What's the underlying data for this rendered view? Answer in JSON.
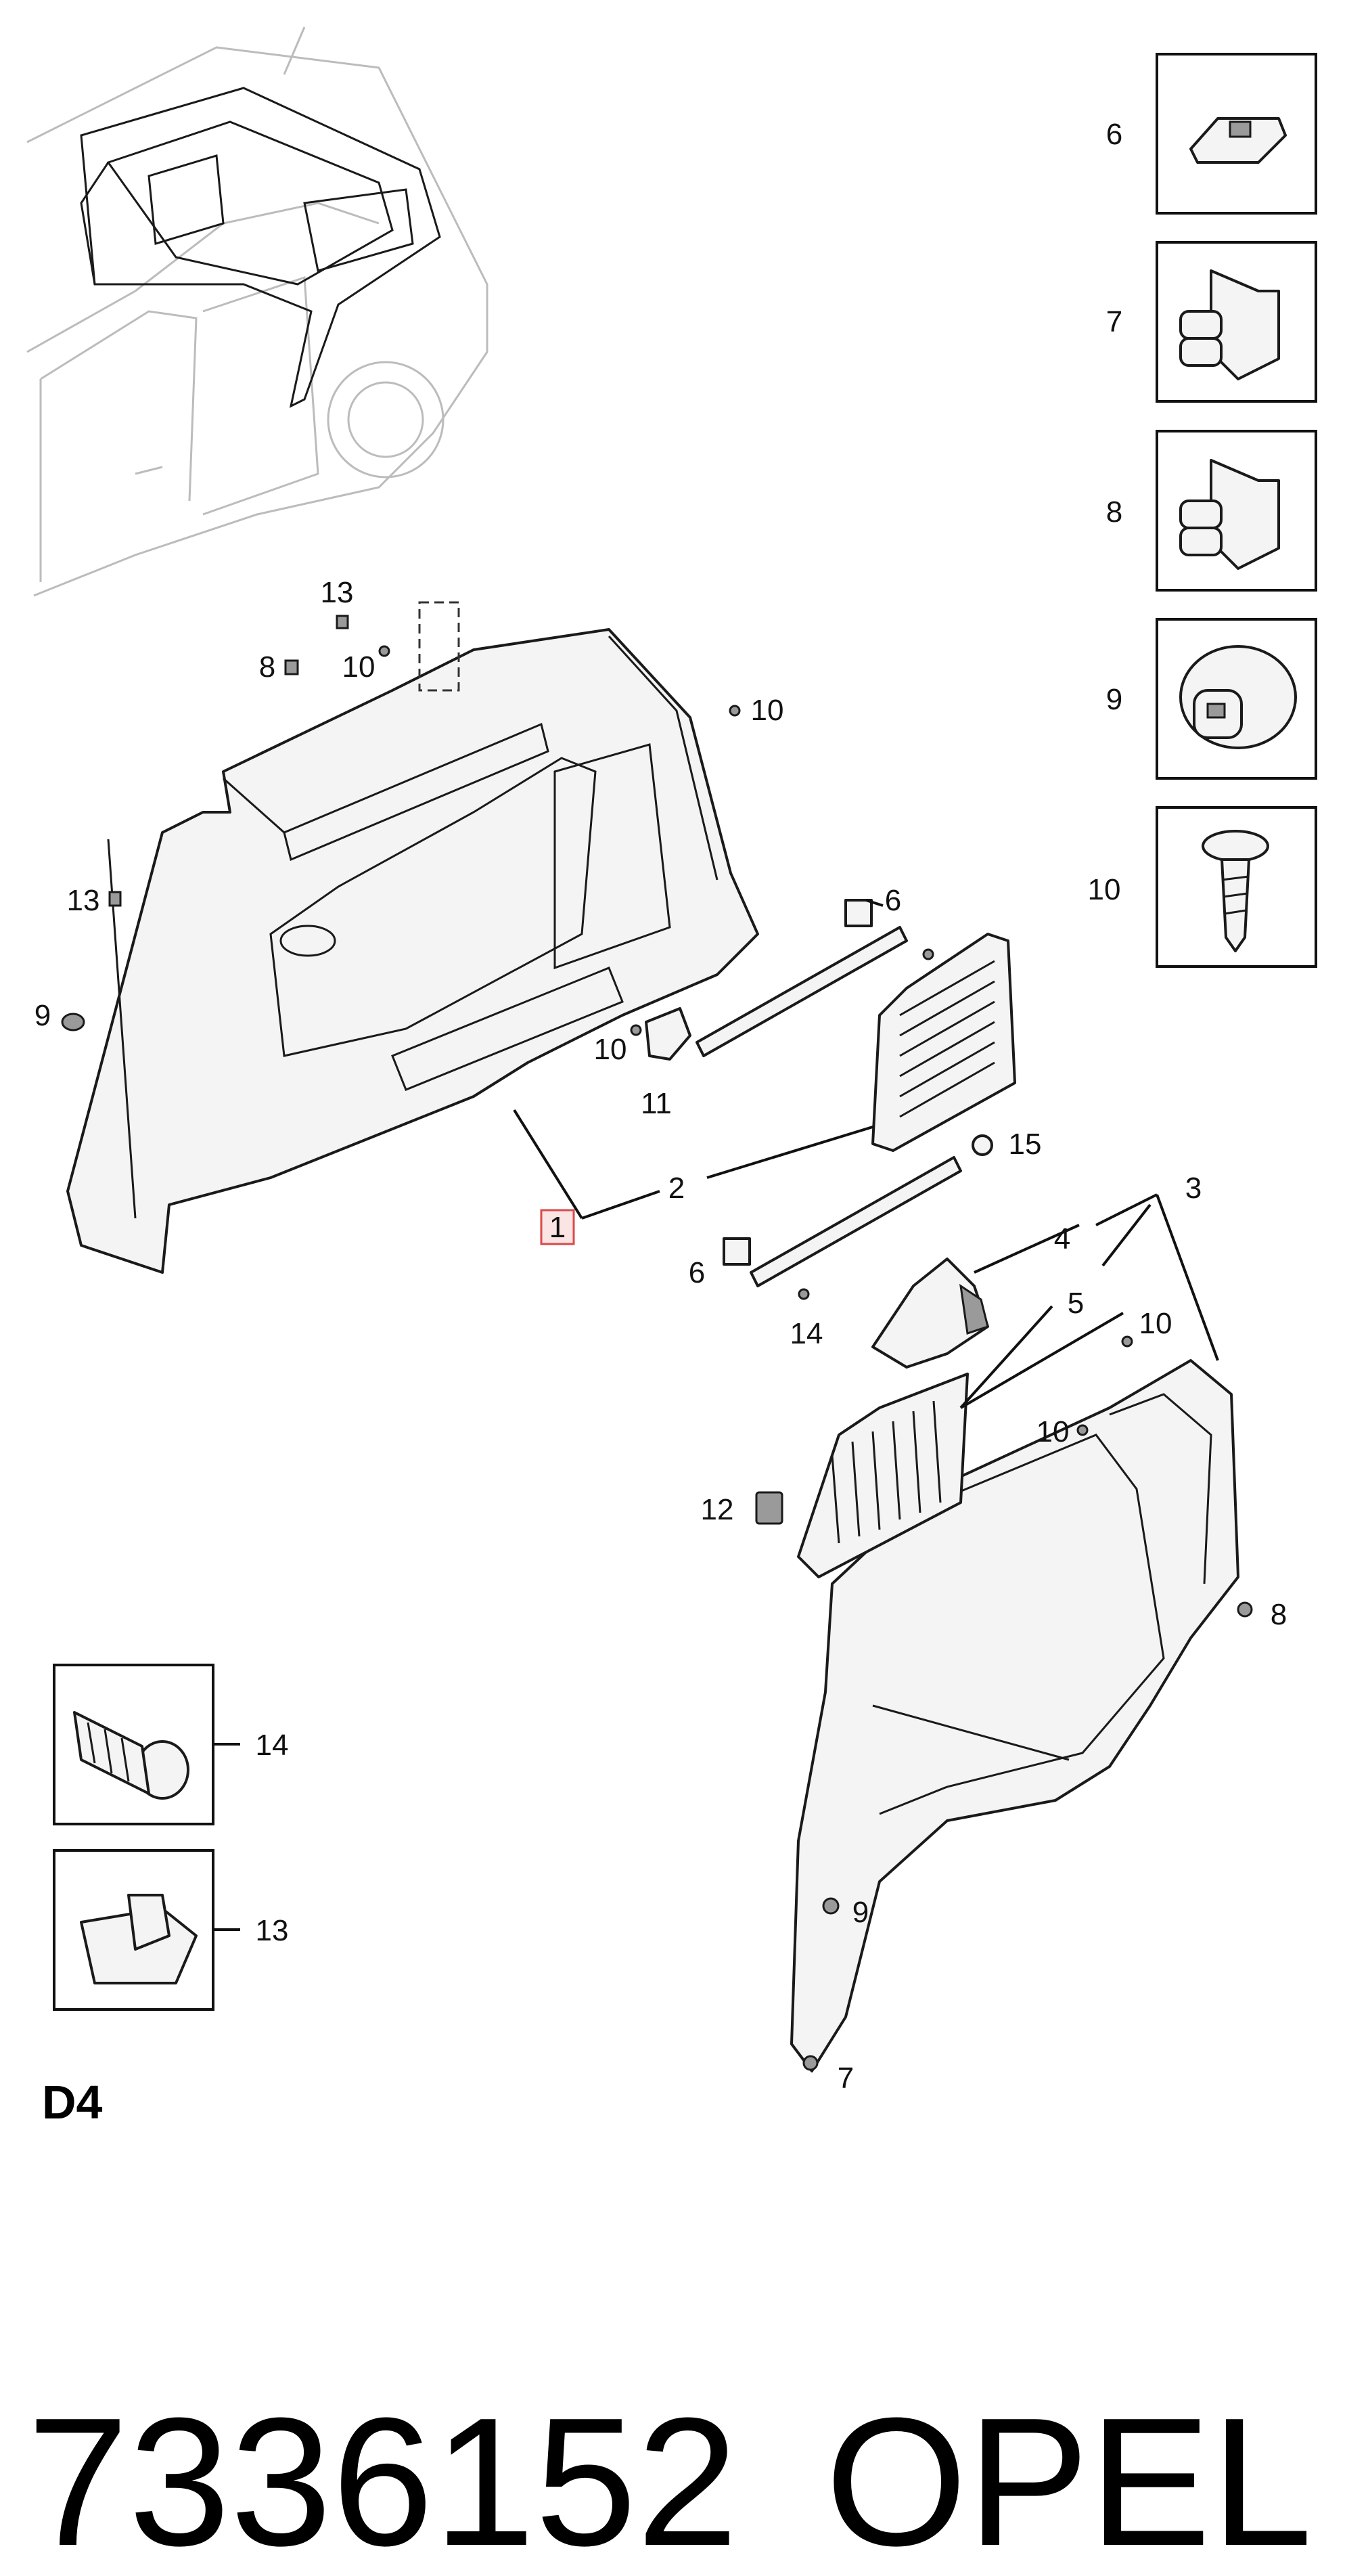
{
  "diagram": {
    "section_code": "D4",
    "part_number": "7336152",
    "brand": "OPEL",
    "highlighted_callout": "1",
    "highlight_color": "#d94a4a",
    "callouts": {
      "c1": "1",
      "c2": "2",
      "c3": "3",
      "c4": "4",
      "c5": "5",
      "c6a": "6",
      "c6b": "6",
      "c7": "7",
      "c8a": "8",
      "c8b": "8",
      "c9a": "9",
      "c9b": "9",
      "c10a": "10",
      "c10b": "10",
      "c10c": "10",
      "c10d": "10",
      "c10e": "10",
      "c11": "11",
      "c12": "12",
      "c13a": "13",
      "c13b": "13",
      "c14": "14",
      "c15": "15"
    },
    "inset_boxes": {
      "b6": "6",
      "b7": "7",
      "b8": "8",
      "b9": "9",
      "b10": "10",
      "b14": "14",
      "b13": "13"
    }
  }
}
